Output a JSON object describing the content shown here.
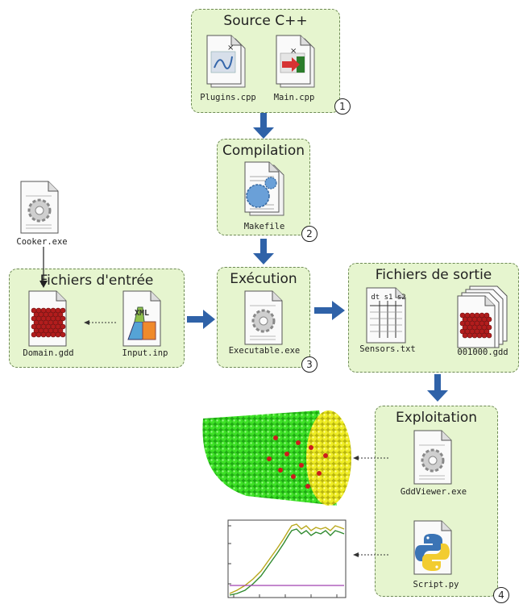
{
  "panels": {
    "source": {
      "title": "Source C++",
      "files": [
        "Plugins.cpp",
        "Main.cpp"
      ],
      "step": "1"
    },
    "compilation": {
      "title": "Compilation",
      "files": [
        "Makefile"
      ],
      "step": "2"
    },
    "execution": {
      "title": "Exécution",
      "files": [
        "Executable.exe"
      ],
      "step": "3"
    },
    "entree": {
      "title": "Fichiers d'entrée",
      "files": [
        "Domain.gdd",
        "Input.inp"
      ]
    },
    "sortie": {
      "title": "Fichiers de sortie",
      "files": [
        "Sensors.txt",
        "001000.gdd"
      ],
      "sensor_header": "dt s1 s2"
    },
    "exploitation": {
      "title": "Exploitation",
      "files": [
        "GddViewer.exe",
        "Script.py"
      ],
      "step": "4"
    }
  },
  "cooker": {
    "label": "Cooker.exe"
  },
  "colors": {
    "panel_fill": "#e6f5cf",
    "arrow": "#2f62a8",
    "sphere_green": "#33dd22",
    "sphere_yellow": "#eeee22",
    "sphere_red": "#cc2222"
  }
}
